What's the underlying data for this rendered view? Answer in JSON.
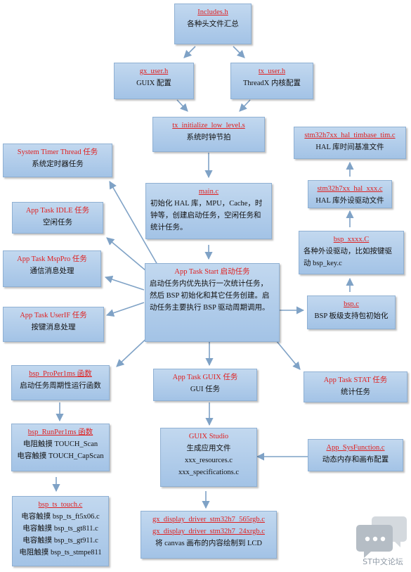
{
  "boxes": {
    "includes": {
      "title": "Includes.h",
      "desc": "各种头文件汇总"
    },
    "gx_user": {
      "title": "gx_user.h",
      "desc": "GUIX 配置"
    },
    "tx_user": {
      "title": "tx_user.h",
      "desc": "ThreadX 内核配置"
    },
    "tx_init": {
      "title": "tx_initialize_low_level.s",
      "desc": "系统时钟节拍"
    },
    "main": {
      "title": "main.c",
      "desc": "初始化 HAL 库，MPU，Cache，时钟等，创建启动任务，空闲任务和统计任务。"
    },
    "system_timer": {
      "title": "System Timer Thread 任务",
      "desc": "系统定时器任务"
    },
    "idle": {
      "title": "App Task IDLE 任务",
      "desc": "空闲任务"
    },
    "msppro": {
      "title": "App Task MspPro 任务",
      "desc": "通信消息处理"
    },
    "userif": {
      "title": "App Task UserIF 任务",
      "desc": "按键消息处理"
    },
    "start": {
      "title": "App Task Start 启动任务",
      "desc": "启动任务内优先执行一次统计任务，然后 BSP 初始化和其它任务创建。启动任务主要执行 BSP 驱动周期调用。"
    },
    "timbase": {
      "title": "stm32h7xx_hal_timbase_tim.c",
      "desc": "HAL 库时间基准文件"
    },
    "hal_xxx": {
      "title": "stm32h7xx_hal_xxx.c",
      "desc": "HAL 库外设驱动文件"
    },
    "bsp_xxxx": {
      "title": "bsp_xxxx.C",
      "desc": "各种外设驱动，比如按键驱动 bsp_key.c"
    },
    "bsp_c": {
      "title": "bsp.c",
      "desc": "BSP 板级支持包初始化"
    },
    "proper1ms": {
      "title": "bsp_ProPer1ms 函数",
      "desc": "启动任务周期性运行函数"
    },
    "guix_task": {
      "title": "App Task GUIX 任务",
      "desc": "GUI 任务"
    },
    "stat": {
      "title": "App Task STAT 任务",
      "desc": "统计任务"
    },
    "runper1ms": {
      "title": "bsp_RunPer1ms 函数",
      "lines": [
        "电阻触摸 TOUCH_Scan",
        "电容触摸 TOUCH_CapScan"
      ]
    },
    "guix_studio": {
      "title": "GUIX Studio",
      "lines": [
        "生成应用文件",
        "xxx_resources.c",
        "xxx_specifications.c"
      ]
    },
    "sysfunction": {
      "title": "App_SysFunction.c",
      "desc": "动态内存和画布配置"
    },
    "ts_touch": {
      "title": "bsp_ts_touch.c",
      "lines": [
        "电容触摸 bsp_ts_ft5x06.c",
        "电容触摸 bsp_ts_gt811.c",
        "电容触摸 bsp_ts_gt911.c",
        "电阻触摸 bsp_ts_stmpe811"
      ]
    },
    "display": {
      "title1": "gx_display_driver_stm32h7_565rgb.c",
      "title2": "gx_display_driver_stm32h7_24xrgb.c",
      "desc": "将 canvas 画布的内容绘制到 LCD"
    }
  },
  "watermark": {
    "text": "ST中文论坛"
  },
  "colors": {
    "title": "#e02020",
    "box_top": "#c2d8ef",
    "box_bottom": "#a3c3e6",
    "arrow": "#7fa2c6"
  }
}
